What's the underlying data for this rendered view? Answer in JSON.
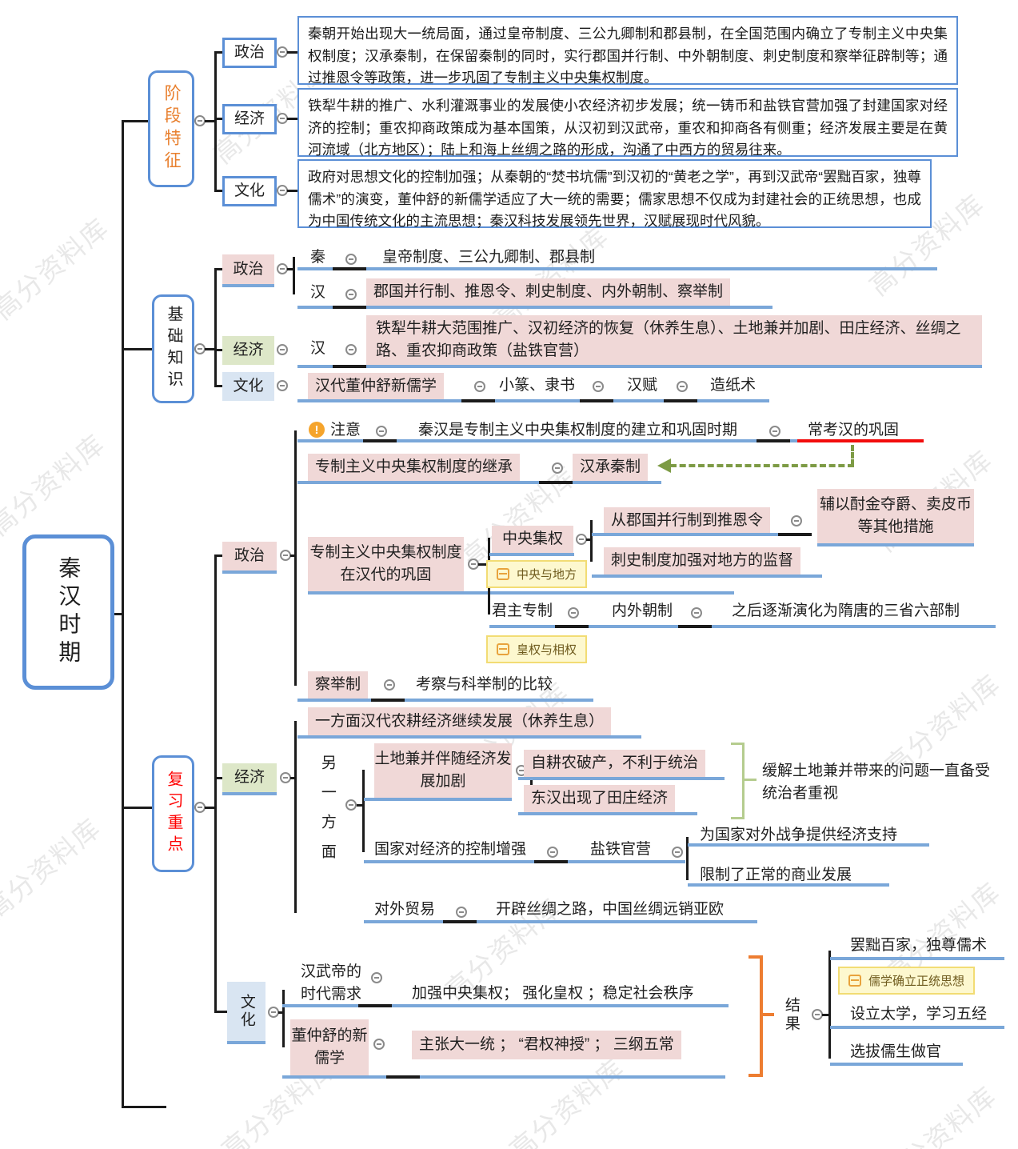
{
  "watermark": "高分资料库",
  "colors": {
    "accent_blue": "#5b8fd6",
    "branch_blue": "#7aa7d9",
    "pink_node": "#f0d8d7",
    "green_node": "#dde7c8",
    "blue_node": "#d9e5f2",
    "yellow_tag": "#fdf8cf",
    "orange_accent": "#ed7d31",
    "red_highlight": "#f20d0d",
    "arrow_green": "#7d9b45",
    "line_black": "#1b1b1b",
    "stage_label_orange": "#e87f2d",
    "review_label_red": "#ff0000"
  },
  "root": {
    "label": "秦汉时期"
  },
  "stage": {
    "label": "阶段特征",
    "politics": {
      "label": "政治",
      "text": "秦朝开始出现大一统局面，通过皇帝制度、三公九卿制和郡县制，在全国范围内确立了专制主义中央集权制度；汉承秦制，在保留秦制的同时，实行郡国并行制、中外朝制度、刺史制度和察举征辟制等；通过推恩令等政策，进一步巩固了专制主义中央集权制度。"
    },
    "economy": {
      "label": "经济",
      "text": "铁犁牛耕的推广、水利灌溉事业的发展使小农经济初步发展；统一铸币和盐铁官营加强了封建国家对经济的控制；重农抑商政策成为基本国策，从汉初到汉武帝，重农和抑商各有侧重；经济发展主要是在黄河流域（北方地区）；陆上和海上丝绸之路的形成，沟通了中西方的贸易往来。"
    },
    "culture": {
      "label": "文化",
      "text": "政府对思想文化的控制加强；从秦朝的“焚书坑儒”到汉初的“黄老之学”，再到汉武帝“罢黜百家，独尊儒术”的演变，董仲舒的新儒学适应了大一统的需要；儒家思想不仅成为封建社会的正统思想，也成为中国传统文化的主流思想；秦汉科技发展领先世界，汉赋展现时代风貌。"
    }
  },
  "basic": {
    "label": "基础知识",
    "politics": {
      "label": "政治",
      "qin": "秦",
      "qin_items": "皇帝制度、三公九卿制、郡县制",
      "han": "汉",
      "han_items": "郡国并行制、推恩令、刺史制度、内外朝制、察举制"
    },
    "economy": {
      "label": "经济",
      "han": "汉",
      "items": "铁犁牛耕大范围推广、汉初经济的恢复（休养生息）、土地兼并加剧、田庄经济、丝绸之路、重农抑商政策（盐铁官营）"
    },
    "culture": {
      "label": "文化",
      "item1": "汉代董仲舒新儒学",
      "item2": "小篆、隶书",
      "item3": "汉赋",
      "item4": "造纸术"
    }
  },
  "review": {
    "label": "复习重点",
    "note": {
      "label": "注意",
      "text": "秦汉是专制主义中央集权制度的建立和巩固时期",
      "highlight": "常考汉的巩固"
    },
    "inherit": {
      "label": "专制主义中央集权制度的继承",
      "value": "汉承秦制"
    },
    "politics": {
      "label": "政治",
      "consolidation": "专制主义中央集权制度在汉代的巩固",
      "central": {
        "label": "中央集权",
        "tag": "中央与地方",
        "branch1": "从郡国并行制到推恩令",
        "branch1_note": "辅以酎金夺爵、卖皮币等其他措施",
        "branch2": "刺史制度加强对地方的监督"
      },
      "monarchy": {
        "label": "君主专制",
        "tag": "皇权与相权",
        "value": "内外朝制",
        "note": "之后逐渐演化为隋唐的三省六部制"
      },
      "chaju": {
        "label": "察举制",
        "value": "考察与科举制的比较"
      }
    },
    "economy": {
      "label": "经济",
      "aspect1": "一方面汉代农耕经济继续发展（休养生息）",
      "aspect2": "另一方面",
      "land": {
        "label": "土地兼并伴随经济发展加剧",
        "result1": "自耕农破产，不利于统治",
        "result2": "东汉出现了田庄经济",
        "note": "缓解土地兼并带来的问题一直备受统治者重视"
      },
      "control": {
        "label": "国家对经济的控制增强",
        "value": "盐铁官营",
        "pro": "为国家对外战争提供经济支持",
        "con": "限制了正常的商业发展"
      },
      "trade": {
        "label": "对外贸易",
        "value": "开辟丝绸之路，中国丝绸远销亚欧"
      }
    },
    "culture": {
      "label": "文化",
      "need": {
        "label": "汉武帝的时代需求",
        "value": "加强中央集权； 强化皇权 ；稳定社会秩序"
      },
      "confucian": {
        "label": "董仲舒的新儒学",
        "value": "主张大一统 ； “君权神授” ； 三纲五常"
      },
      "result": {
        "label": "结果",
        "tag": "儒学确立正统思想",
        "item1": "罢黜百家，独尊儒术",
        "item2": "设立太学，学习五经",
        "item3": "选拔儒生做官"
      }
    }
  }
}
